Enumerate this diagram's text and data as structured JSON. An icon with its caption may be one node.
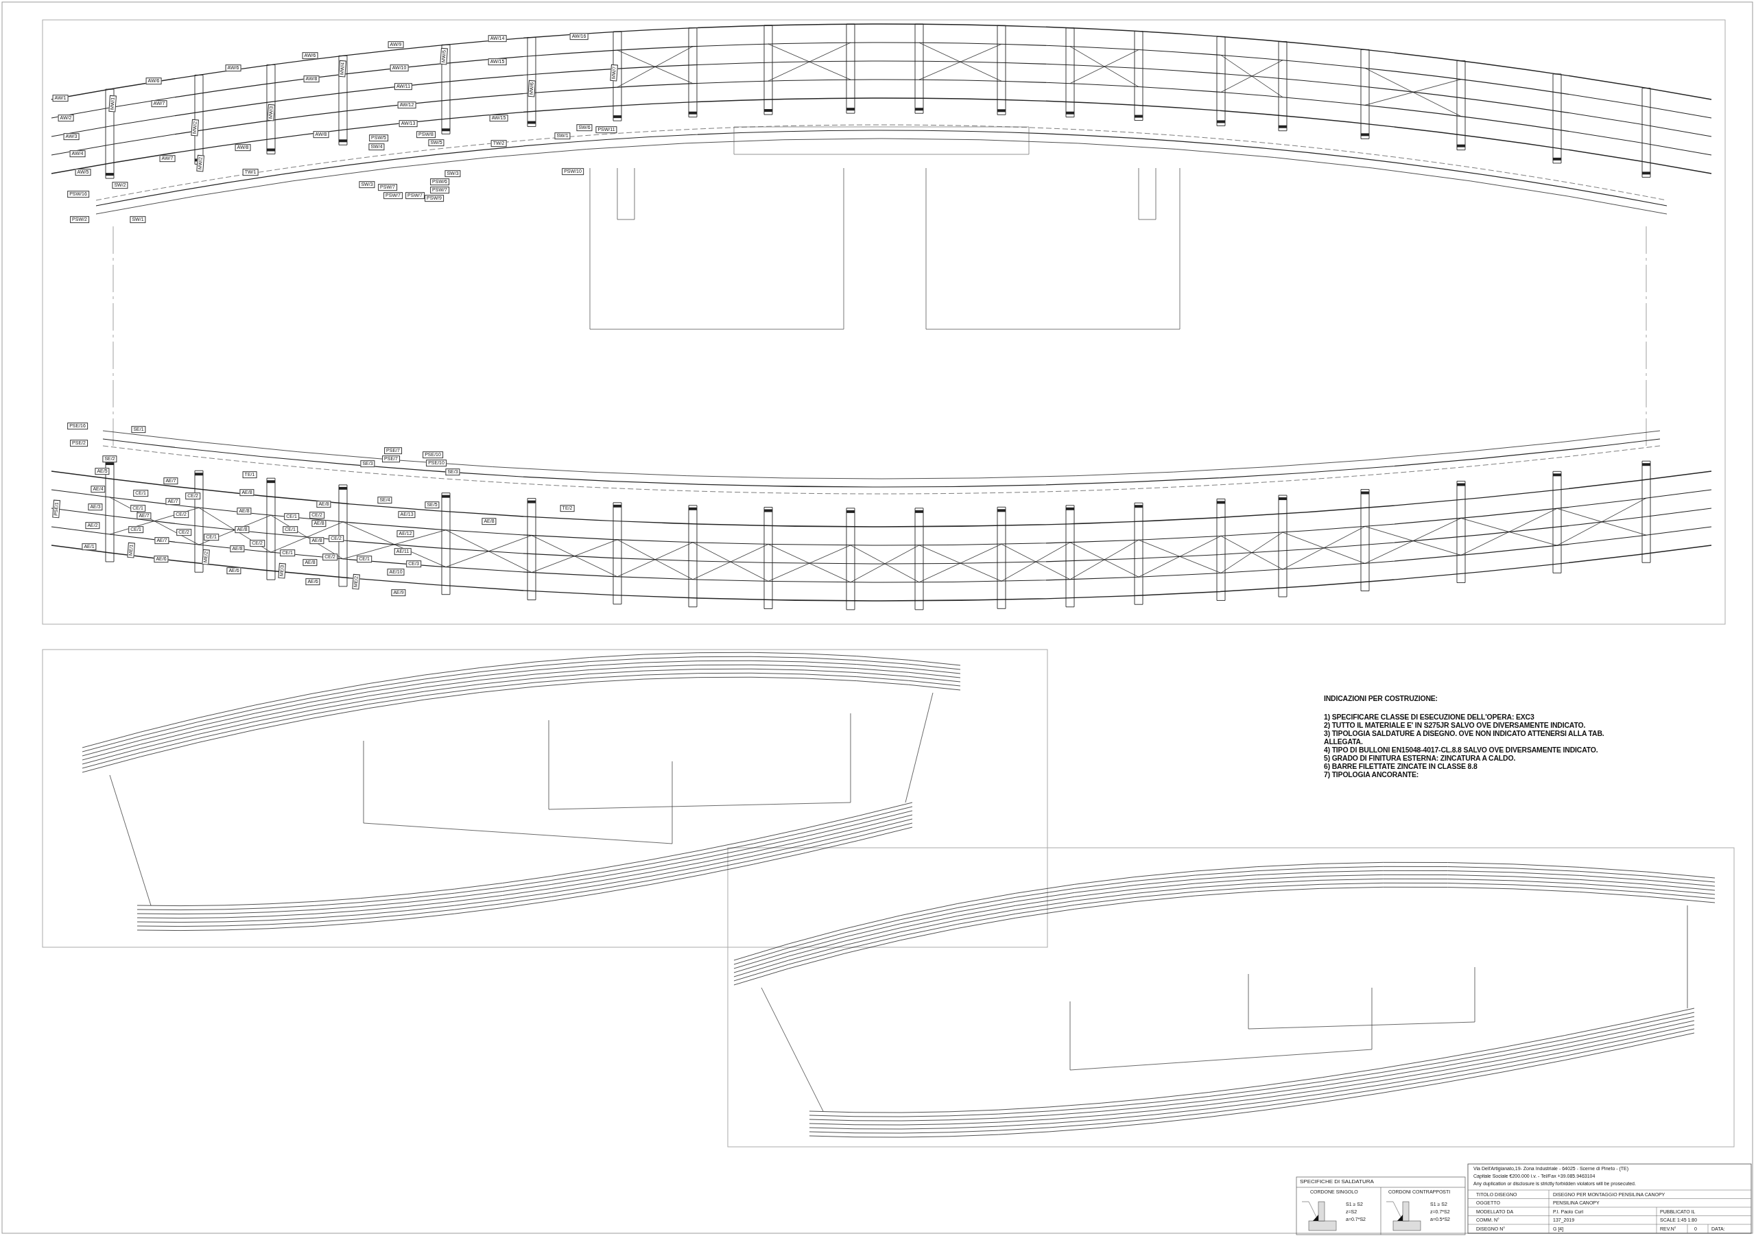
{
  "diagram": {
    "labels": [
      "AW/1",
      "AW/2",
      "AW/3",
      "AW/4",
      "AW/5",
      "MW/1",
      "AW/6",
      "AW/7",
      "AW/7",
      "MW/2",
      "MW/2",
      "AW/6",
      "AW/8",
      "TW/1",
      "MW/3",
      "AW/6",
      "AW/8",
      "AW/8",
      "MW/4",
      "AW/9",
      "AW/10",
      "AW/11",
      "AW/12",
      "AW/13",
      "MW/5",
      "AW/14",
      "AW/15",
      "AW/15",
      "MW/6",
      "AW/16",
      "MW/7",
      "TW/2",
      "SW/1",
      "SW/6",
      "PSW/11",
      "PSW/10",
      "PSW/5",
      "SW/4",
      "PSW/8",
      "SW/5",
      "SW/3",
      "SW/3",
      "PSW/7",
      "PSW/7",
      "PSW/7",
      "PSW/6",
      "PSW/7",
      "PSW/9",
      "SW/2",
      "PSW/16",
      "PSW/2",
      "SW/1",
      "PSE/16",
      "SE/1",
      "PSE/2",
      "SE/2",
      "PSE/1",
      "AE/5",
      "AE/4",
      "AE/3",
      "AE/2",
      "AE/1",
      "AE/7",
      "CE/1",
      "CE/2",
      "AE/7",
      "CE/1",
      "AE/7",
      "CE/2",
      "CE/1",
      "CE/2",
      "AE/7",
      "ME/1",
      "AE/6",
      "TE/1",
      "AE/8",
      "AE/8",
      "AE/8",
      "CE/1",
      "AE/8",
      "CE/2",
      "ME/2",
      "AE/6",
      "AE/8",
      "CE/1",
      "CE/2",
      "AE/8",
      "CE/1",
      "AE/8",
      "CE/2",
      "CE/1",
      "CE/2",
      "AE/8",
      "ME/3",
      "AE/6",
      "SE/3",
      "PSE/7",
      "PSE/7",
      "PSE/10",
      "PSE/10",
      "SE/4",
      "SE/5",
      "SE/3",
      "AE/13",
      "AE/12",
      "AE/11",
      "CE/1",
      "CE/3",
      "AE/10",
      "ME/2",
      "AE/9",
      "TE/2",
      "AE/8",
      "INDICAZIONI PER COSTRUZIONE:",
      "1) SPECIFICARE CLASSE DI ESECUZIONE DELL'OPERA: EXC3",
      "2) TUTTO IL MATERIALE E' IN S275JR SALVO OVE DIVERSAMENTE INDICATO.",
      "3) TIPOLOGIA SALDATURE A DISEGNO. OVE NON INDICATO ATTENERSI ALLA TAB. ALLEGATA.",
      "4) TIPO DI BULLONI EN15048-4017-CL.8.8 SALVO OVE DIVERSAMENTE INDICATO.",
      "5) GRADO DI FINITURA ESTERNA: ZINCATURA A CALDO.",
      "6) BARRE FILETTATE ZINCATE IN CLASSE 8.8",
      "7) TIPOLOGIA ANCORANTE:",
      "SPECIFICHE DI SALDATURA",
      "CORDONE SINGOLO",
      "CORDONI CONTRAPPOSTI",
      "S1 ≥ S2",
      "z=S2",
      "a=0.7*S2",
      "S1 ≥ S2",
      "z=0.7*S2",
      "a=0.5*S2",
      "Via Dell'Artigianato,19- Zona Industriale - 64025 - Scerne di Pineto - (TE)",
      "Capitale Sociale €200.000 i.v. - Tel/Fax +39.085.9463104",
      "Any duplication or disclosure is strictly forbidden violators will be prosecuted.",
      "TITOLO DISEGNO",
      "DISEGNO PER MONTAGGIO PENSILINA CANOPY",
      "OGGETTO",
      "PENSILINA CANOPY",
      "MODELLATO DA",
      "P.I. Paolo Curi",
      "PUBBLICATO IL",
      "COMM. N°",
      "137_2019",
      "SCALE  1:45  1:80",
      "DISEGNO N°",
      "G  [4]",
      "REV.N°",
      "0",
      "DATA:"
    ]
  }
}
